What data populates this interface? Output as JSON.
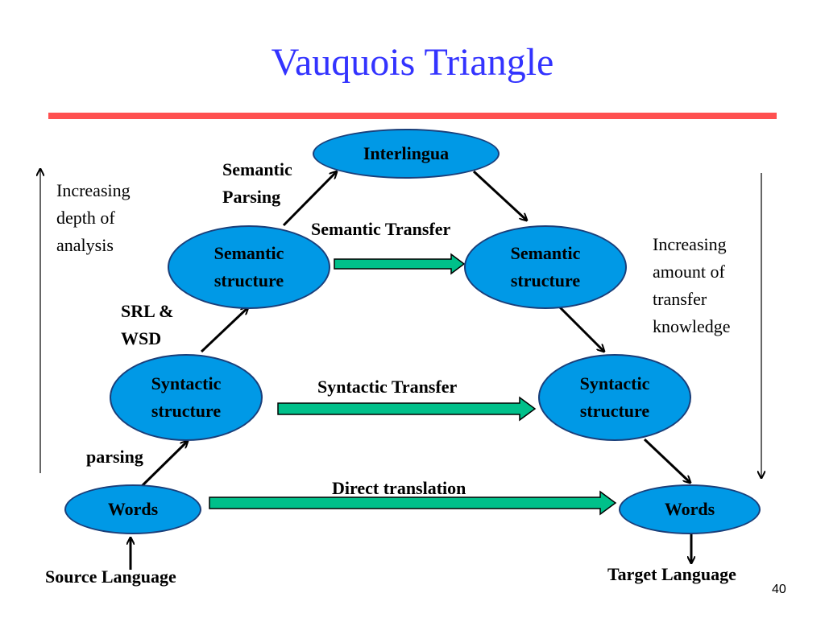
{
  "title": "Vauquois Triangle",
  "accent_color": "#ff5050",
  "node_color": "#0099e6",
  "arrow_fill_color": "#00c08a",
  "nodes": {
    "interlingua": "Interlingua",
    "semantic_source": "Semantic structure",
    "semantic_target": "Semantic structure",
    "syntactic_source": "Syntactic structure",
    "syntactic_target": "Syntactic structure",
    "words_source": "Words",
    "words_target": "Words"
  },
  "labels": {
    "semantic_parsing": "Semantic Parsing",
    "semantic_transfer": "Semantic Transfer",
    "srl_wsd": "SRL & WSD",
    "syntactic_transfer": "Syntactic Transfer",
    "parsing": "parsing",
    "direct_translation": "Direct translation",
    "source_language": "Source Language",
    "target_language": "Target Language",
    "increasing_depth": "Increasing depth of analysis",
    "increasing_transfer": "Increasing amount of transfer knowledge"
  },
  "page_number": "40"
}
